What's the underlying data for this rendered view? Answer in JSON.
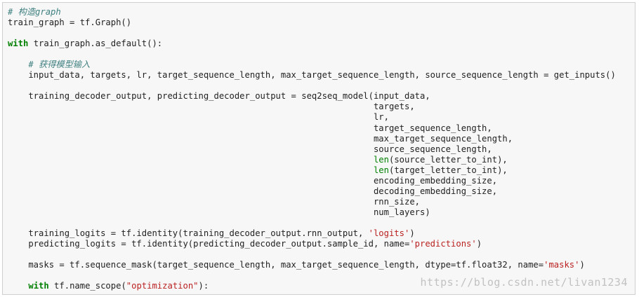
{
  "code": {
    "lines": [
      [
        {
          "t": "# 构造graph",
          "k": "cm"
        }
      ],
      [
        {
          "t": "train_graph = tf.Graph()"
        }
      ],
      [
        {
          "t": ""
        }
      ],
      [
        {
          "t": "with",
          "k": "kw"
        },
        {
          "t": " train_graph.as_default():"
        }
      ],
      [
        {
          "t": ""
        }
      ],
      [
        {
          "t": "    "
        },
        {
          "t": "# 获得模型输入",
          "k": "cm"
        }
      ],
      [
        {
          "t": "    input_data, targets, lr, target_sequence_length, max_target_sequence_length, source_sequence_length = get_inputs()"
        }
      ],
      [
        {
          "t": ""
        }
      ],
      [
        {
          "t": "    training_decoder_output, predicting_decoder_output = seq2seq_model(input_data,"
        }
      ],
      [
        {
          "t": "                                                                       targets,"
        }
      ],
      [
        {
          "t": "                                                                       lr,"
        }
      ],
      [
        {
          "t": "                                                                       target_sequence_length,"
        }
      ],
      [
        {
          "t": "                                                                       max_target_sequence_length,"
        }
      ],
      [
        {
          "t": "                                                                       source_sequence_length,"
        }
      ],
      [
        {
          "t": "                                                                       "
        },
        {
          "t": "len",
          "k": "bi"
        },
        {
          "t": "(source_letter_to_int),"
        }
      ],
      [
        {
          "t": "                                                                       "
        },
        {
          "t": "len",
          "k": "bi"
        },
        {
          "t": "(target_letter_to_int),"
        }
      ],
      [
        {
          "t": "                                                                       encoding_embedding_size,"
        }
      ],
      [
        {
          "t": "                                                                       decoding_embedding_size,"
        }
      ],
      [
        {
          "t": "                                                                       rnn_size,"
        }
      ],
      [
        {
          "t": "                                                                       num_layers)"
        }
      ],
      [
        {
          "t": ""
        }
      ],
      [
        {
          "t": "    training_logits = tf.identity(training_decoder_output.rnn_output, "
        },
        {
          "t": "'logits'",
          "k": "st"
        },
        {
          "t": ")"
        }
      ],
      [
        {
          "t": "    predicting_logits = tf.identity(predicting_decoder_output.sample_id, name="
        },
        {
          "t": "'predictions'",
          "k": "st"
        },
        {
          "t": ")"
        }
      ],
      [
        {
          "t": ""
        }
      ],
      [
        {
          "t": "    masks = tf.sequence_mask(target_sequence_length, max_target_sequence_length, dtype=tf.float32, name="
        },
        {
          "t": "'masks'",
          "k": "st"
        },
        {
          "t": ")"
        }
      ],
      [
        {
          "t": ""
        }
      ],
      [
        {
          "t": "    "
        },
        {
          "t": "with",
          "k": "kw"
        },
        {
          "t": " tf.name_scope("
        },
        {
          "t": "\"optimization\"",
          "k": "st"
        },
        {
          "t": "):"
        }
      ]
    ]
  },
  "watermark": "https://blog.csdn.net/livan1234"
}
